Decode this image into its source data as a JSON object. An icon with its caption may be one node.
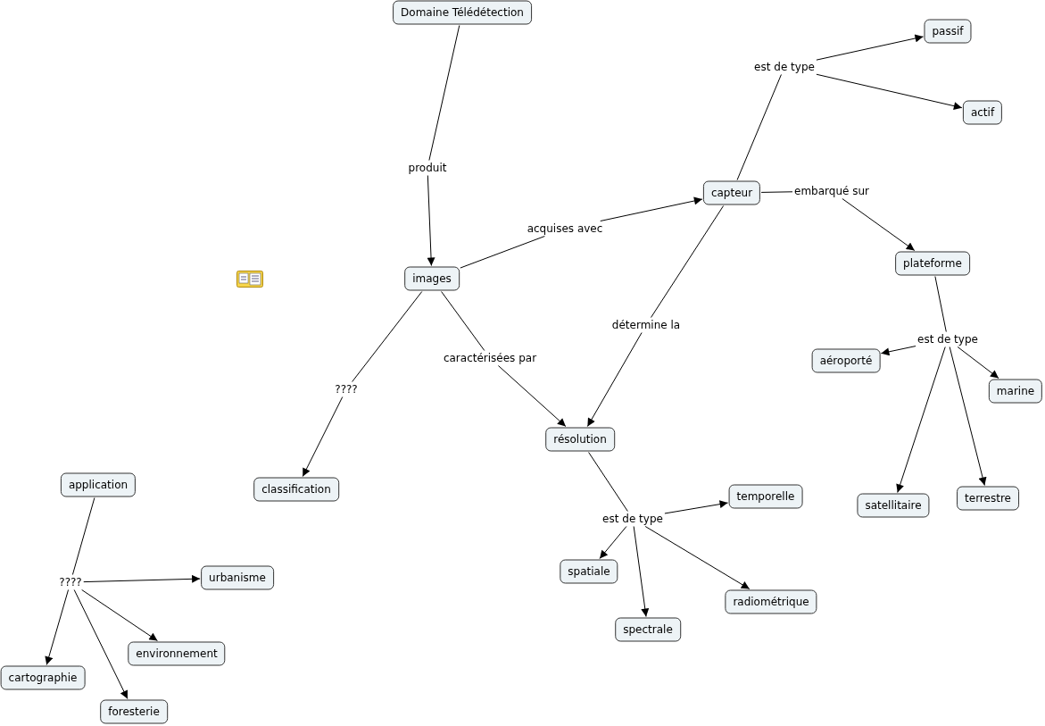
{
  "diagram": {
    "nodes": [
      {
        "text": [
          "Domaine Télédétection"
        ]
      },
      {
        "text": [
          "produit"
        ]
      },
      {
        "text": [
          "images"
        ]
      },
      {
        "text": [
          "acquises avec"
        ]
      },
      {
        "text": [
          "capteur"
        ]
      },
      {
        "text": [
          "est de type"
        ]
      },
      {
        "text": [
          "passif"
        ]
      },
      {
        "text": [
          "actif"
        ]
      },
      {
        "text": [
          "embarqué sur"
        ]
      },
      {
        "text": [
          "plateforme"
        ]
      },
      {
        "text": [
          "est de type"
        ]
      },
      {
        "text": [
          "aéroporté"
        ]
      },
      {
        "text": [
          "marine"
        ]
      },
      {
        "text": [
          "satellitaire"
        ]
      },
      {
        "text": [
          "terrestre"
        ]
      },
      {
        "text": [
          "détermine la"
        ]
      },
      {
        "text": [
          "caractérisées par"
        ]
      },
      {
        "text": [
          "résolution"
        ]
      },
      {
        "text": [
          "????"
        ]
      },
      {
        "text": [
          "classification"
        ]
      },
      {
        "text": [
          "est de type"
        ]
      },
      {
        "text": [
          "temporelle"
        ]
      },
      {
        "text": [
          "spatiale"
        ]
      },
      {
        "text": [
          "spectrale"
        ]
      },
      {
        "text": [
          "radiométrique"
        ]
      },
      {
        "text": [
          "application"
        ]
      },
      {
        "text": [
          "????"
        ]
      },
      {
        "text": [
          "urbanisme"
        ]
      },
      {
        "text": [
          "environnement"
        ]
      },
      {
        "text": [
          "cartographie"
        ]
      },
      {
        "text": [
          "foresterie"
        ]
      }
    ],
    "edges": [
      {
        "from": 0,
        "to": 1,
        "arrow": "none"
      },
      {
        "from": 1,
        "to": 2,
        "arrow": "to"
      },
      {
        "from": 2,
        "to": 3,
        "arrow": "none"
      },
      {
        "from": 3,
        "to": 4,
        "arrow": "to"
      },
      {
        "from": 4,
        "to": 5,
        "arrow": "none"
      },
      {
        "from": 5,
        "to": 6,
        "arrow": "to"
      },
      {
        "from": 5,
        "to": 7,
        "arrow": "to"
      },
      {
        "from": 4,
        "to": 8,
        "arrow": "none"
      },
      {
        "from": 8,
        "to": 9,
        "arrow": "to"
      },
      {
        "from": 9,
        "to": 10,
        "arrow": "none"
      },
      {
        "from": 10,
        "to": 11,
        "arrow": "to"
      },
      {
        "from": 10,
        "to": 12,
        "arrow": "to"
      },
      {
        "from": 10,
        "to": 13,
        "arrow": "to"
      },
      {
        "from": 10,
        "to": 14,
        "arrow": "to"
      },
      {
        "from": 4,
        "to": 15,
        "arrow": "none"
      },
      {
        "from": 15,
        "to": 17,
        "arrow": "to"
      },
      {
        "from": 2,
        "to": 16,
        "arrow": "none"
      },
      {
        "from": 16,
        "to": 17,
        "arrow": "to"
      },
      {
        "from": 2,
        "to": 18,
        "arrow": "none"
      },
      {
        "from": 18,
        "to": 19,
        "arrow": "to"
      },
      {
        "from": 17,
        "to": 20,
        "arrow": "none"
      },
      {
        "from": 20,
        "to": 21,
        "arrow": "to"
      },
      {
        "from": 20,
        "to": 22,
        "arrow": "to"
      },
      {
        "from": 20,
        "to": 23,
        "arrow": "to"
      },
      {
        "from": 20,
        "to": 24,
        "arrow": "to"
      },
      {
        "from": 25,
        "to": 26,
        "arrow": "none"
      },
      {
        "from": 26,
        "to": 27,
        "arrow": "to"
      },
      {
        "from": 26,
        "to": 28,
        "arrow": "to"
      },
      {
        "from": 26,
        "to": 29,
        "arrow": "to"
      },
      {
        "from": 26,
        "to": 30,
        "arrow": "to"
      }
    ]
  }
}
